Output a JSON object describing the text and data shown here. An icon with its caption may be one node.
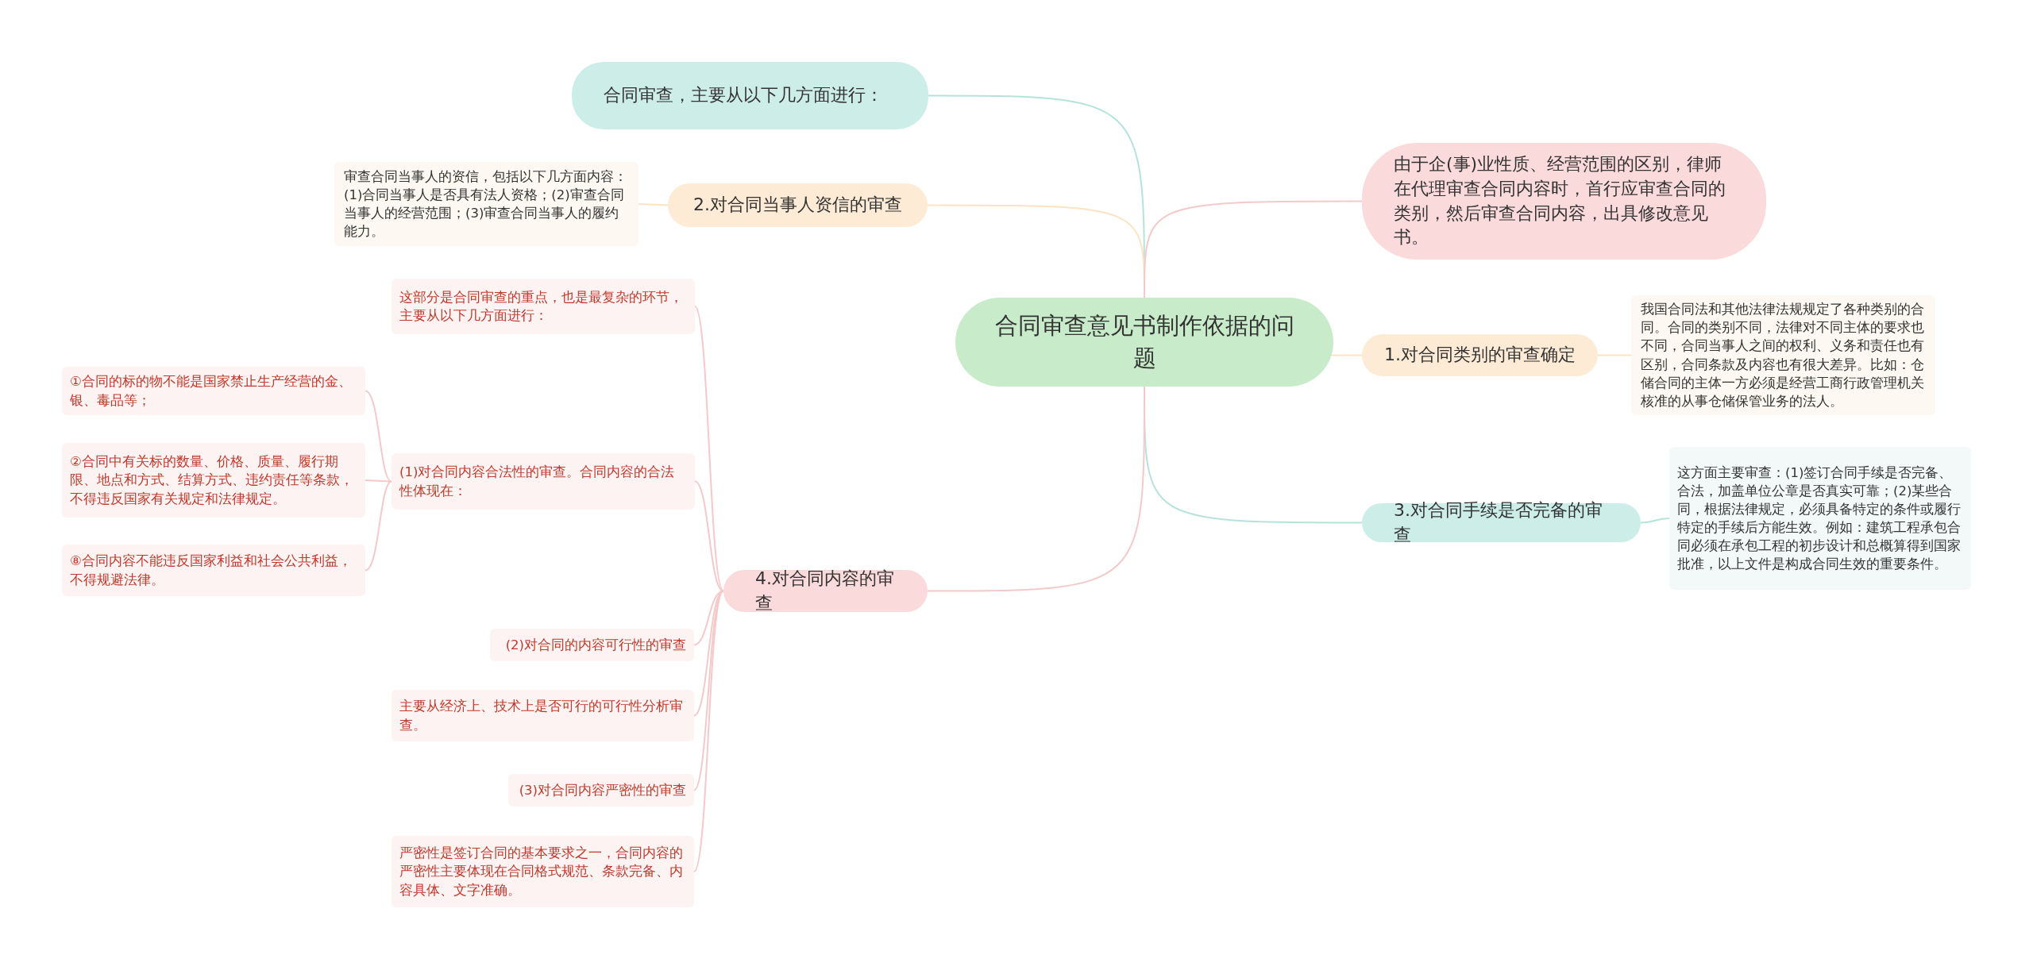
{
  "diagram": {
    "nodes": [
      {
        "text": [
          "合同审查意见书制作依据的问题"
        ]
      },
      {
        "text": [
          "合同审查，主要从以下几方面进行："
        ]
      },
      {
        "text": [
          "2.对合同当事人资信的审查"
        ]
      },
      {
        "text": [
          "审查合同当事人的资信，包括以下几方面内容： (1)合同当事人是否具有法人资格；(2)审查合同当事人的经营范围；(3)审查合同当事人的履约能力。"
        ]
      },
      {
        "text": [
          "由于企(事)业性质、经营范围的区别，律师在代理审查合同内容时，首行应审查合同的类别，然后审查合同内容，出具修改意见书。"
        ]
      },
      {
        "text": [
          "1.对合同类别的审查确定"
        ]
      },
      {
        "text": [
          "我国合同法和其他法律法规规定了各种类别的合同。合同的类别不同，法律对不同主体的要求也不同，合同当事人之间的权利、义务和责任也有区别，合同条款及内容也有很大差异。比如：仓储合同的主体一方必须是经营工商行政管理机关核准的从事仓储保管业务的法人。"
        ]
      },
      {
        "text": [
          "3.对合同手续是否完备的审查"
        ]
      },
      {
        "text": [
          "这方面主要审查：(1)签订合同手续是否完备、合法，加盖单位公章是否真实可靠；(2)某些合同，根据法律规定，必须具备特定的条件或履行特定的手续后方能生效。例如：建筑工程承包合同必须在承包工程的初步设计和总概算得到国家批准，以上文件是构成合同生效的重要条件。"
        ]
      },
      {
        "text": [
          "4.对合同内容的审查"
        ]
      },
      {
        "text": [
          "这部分是合同审查的重点，也是最复杂的环节，主要从以下几方面进行："
        ]
      },
      {
        "text": [
          "(1)对合同内容合法性的审查。合同内容的合法性体现在："
        ]
      },
      {
        "text": [
          "①合同的标的物不能是国家禁止生产经营的金、银、毒品等；"
        ]
      },
      {
        "text": [
          "②合同中有关标的数量、价格、质量、履行期限、地点和方式、结算方式、违约责任等条款，不得违反国家有关规定和法律规定。"
        ]
      },
      {
        "text": [
          "⑧合同内容不能违反国家利益和社会公共利益，不得规避法律。"
        ]
      },
      {
        "text": [
          "(2)对合同的内容可行性的审查"
        ]
      },
      {
        "text": [
          "主要从经济上、技术上是否可行的可行性分析审查。"
        ]
      },
      {
        "text": [
          "(3)对合同内容严密性的审查"
        ]
      },
      {
        "text": [
          "严密性是签订合同的基本要求之一，合同内容的严密性主要体现在合同格式规范、条款完备、内容具体、文字准确。"
        ]
      }
    ],
    "edges": [
      {
        "from": 0,
        "to": 1,
        "arrow": "none",
        "color": "#b5e3dc"
      },
      {
        "from": 0,
        "to": 2,
        "arrow": "none",
        "color": "#fbe3c4"
      },
      {
        "from": 2,
        "to": 3,
        "arrow": "none",
        "color": "#fbe3c4"
      },
      {
        "from": 0,
        "to": 4,
        "arrow": "none"
      },
      {
        "from": 0,
        "to": 5,
        "arrow": "none",
        "color": "#fbe3c4"
      },
      {
        "from": 5,
        "to": 6,
        "arrow": "none",
        "color": "#fbe3c4"
      },
      {
        "from": 0,
        "to": 7,
        "arrow": "none",
        "color": "#b5e3dc"
      },
      {
        "from": 7,
        "to": 8,
        "arrow": "none",
        "color": "#b5e3dc"
      },
      {
        "from": 0,
        "to": 9,
        "arrow": "none"
      },
      {
        "from": 9,
        "to": 10,
        "arrow": "none"
      },
      {
        "from": 9,
        "to": 11,
        "arrow": "none"
      },
      {
        "from": 11,
        "to": 12,
        "arrow": "none"
      },
      {
        "from": 11,
        "to": 13,
        "arrow": "none"
      },
      {
        "from": 11,
        "to": 14,
        "arrow": "none"
      },
      {
        "from": 9,
        "to": 15,
        "arrow": "none"
      },
      {
        "from": 9,
        "to": 16,
        "arrow": "none"
      },
      {
        "from": 9,
        "to": 17,
        "arrow": "none"
      },
      {
        "from": 9,
        "to": 18,
        "arrow": "none"
      }
    ]
  }
}
